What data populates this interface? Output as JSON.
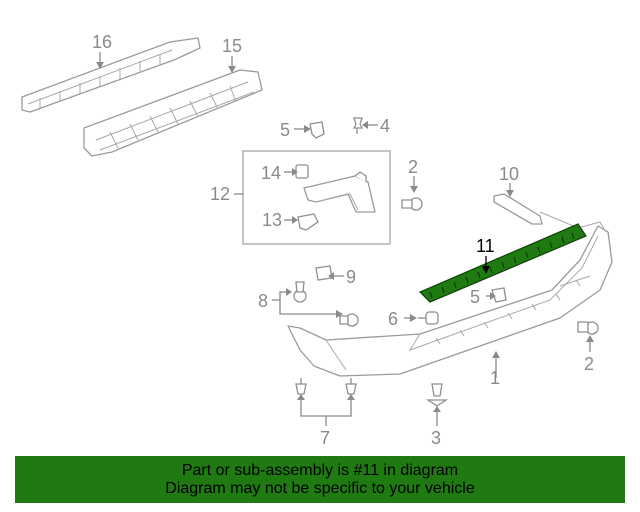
{
  "diagram": {
    "highlighted_part": "11",
    "callouts": {
      "c1": "1",
      "c2a": "2",
      "c2b": "2",
      "c3": "3",
      "c4": "4",
      "c5a": "5",
      "c5b": "5",
      "c6": "6",
      "c7": "7",
      "c8": "8",
      "c9": "9",
      "c10": "10",
      "c11": "11",
      "c12": "12",
      "c13": "13",
      "c14": "14",
      "c15": "15",
      "c16": "16"
    },
    "colors": {
      "highlight": "#1f7a12",
      "lines": "#8a8a8a",
      "banner": "#1f7a12"
    }
  },
  "banner": {
    "line1": "Part or sub-assembly is #11 in diagram",
    "line2": "Diagram may not be specific to your vehicle"
  }
}
